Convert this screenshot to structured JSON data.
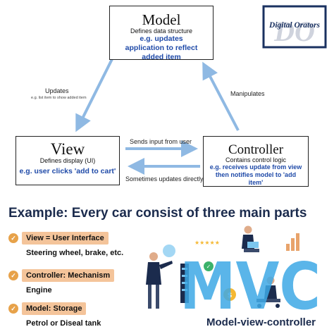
{
  "model": {
    "title": "Model",
    "description": "Defines data structure",
    "example": "e.g. updates application to reflect added item"
  },
  "view": {
    "title": "View",
    "description": "Defines display (UI)",
    "example": "e.g. user clicks 'add to cart'"
  },
  "controller": {
    "title": "Controller",
    "description": "Contains control logic",
    "example": "e.g. receives update from view then notifies model to 'add item'"
  },
  "arrows": {
    "updates": "Updates",
    "updates_note": "e.g. list item to show added item",
    "manipulates": "Manipulates",
    "sends_input": "Sends input from user",
    "sometimes_updates": "Sometimes updates directly"
  },
  "logo": {
    "text": "Digital Orators",
    "monogram": "DO"
  },
  "example_heading": "Example: Every car consist of three main parts",
  "parts": [
    {
      "label": "View = User Interface",
      "detail": "Steering wheel, brake, etc."
    },
    {
      "label": "Controller: Mechanism",
      "detail": "Engine"
    },
    {
      "label": "Model: Storage",
      "detail": "Petrol or Diseal tank"
    }
  ],
  "illustration": {
    "big_text": "MVC",
    "caption": "Model-view-controller"
  },
  "colors": {
    "arrow": "#8fb9e3",
    "example_text": "#1f4aa8",
    "tag_bg": "#f4c49a",
    "check": "#e7a24a",
    "heading": "#1b2b4d",
    "mvc_letters": "#3ea9e6"
  }
}
